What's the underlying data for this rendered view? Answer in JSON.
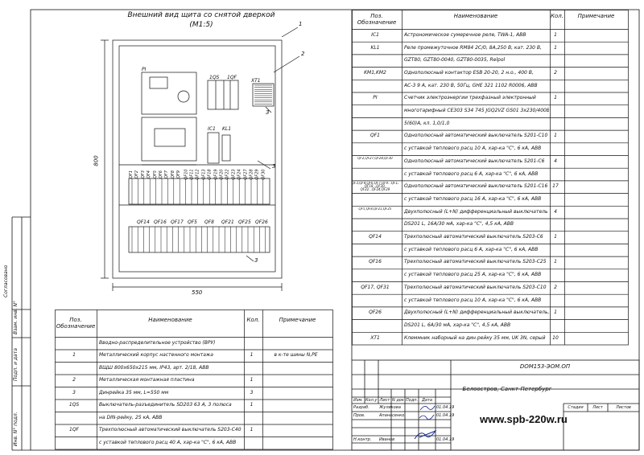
{
  "drawing": {
    "title_line1": "Внешний вид щита со снятой дверкой",
    "title_line2": "(М1:5)",
    "dim_width": "550",
    "dim_height": "800",
    "callouts": [
      "1",
      "2",
      "3",
      "3",
      "3"
    ],
    "labels": {
      "pi": "PI",
      "qs": "1QS",
      "qf": "1QF",
      "xt": "XT1",
      "ic": "IC1",
      "kl": "KL1",
      "row1": [
        "QF1",
        "QF2",
        "QF3",
        "QF4",
        "QF5",
        "QF6",
        "QF7",
        "QF8",
        "QF9",
        "QF10",
        "QF11",
        "QF12",
        "QF13",
        "QF18",
        "QF19",
        "QF20",
        "QF22",
        "QF23",
        "QF24",
        "QF27",
        "QF28",
        "QF29",
        "QF30"
      ],
      "row2": [
        "QF14",
        "QF16",
        "QF17",
        "QF5",
        "QF8",
        "QF21",
        "QF25",
        "QF26"
      ]
    }
  },
  "left_table": {
    "headers": [
      "Поз. Обозначение",
      "Наименование",
      "Кол.",
      "Примечание"
    ],
    "rows": [
      {
        "pos": "",
        "name": "Вводно-распределительное устройство (ВРУ)",
        "qty": "",
        "note": ""
      },
      {
        "pos": "1",
        "name": "Металлический корпус настенного монтажа",
        "qty": "1",
        "note": "в к-те шины N,PE"
      },
      {
        "pos": "",
        "name": "ВЩШ 800х650х215 мм, IP43, арт. 2/18, ABB",
        "qty": "",
        "note": ""
      },
      {
        "pos": "2",
        "name": "Металлическая монтажная пластина",
        "qty": "1",
        "note": ""
      },
      {
        "pos": "3",
        "name": "Динрейка 35 мм, L=550 мм",
        "qty": "3",
        "note": ""
      },
      {
        "pos": "1QS",
        "name": "Выключатель-разъединитель SD203 63 А, 3 полюса",
        "qty": "1",
        "note": ""
      },
      {
        "pos": "",
        "name": "на DIN-рейку, 25 кА, ABB",
        "qty": "",
        "note": ""
      },
      {
        "pos": "1QF",
        "name": "Трехполюсный автоматический выключатель S203-C40",
        "qty": "1",
        "note": ""
      },
      {
        "pos": "",
        "name": "с уставкой теплового расц 40 А, хар-ка \"С\", 6 кА, ABB",
        "qty": "",
        "note": ""
      }
    ]
  },
  "right_table": {
    "headers": [
      "Поз. Обозначение",
      "Наименование",
      "Кол.",
      "Примечание"
    ],
    "rows": [
      {
        "pos": "IC1",
        "name": "Астрономическое сумеречное реле, TWA-1, ABB",
        "qty": "1",
        "note": ""
      },
      {
        "pos": "KL1",
        "name": "Реле промежуточное RM84 2C/0, 8А,250 В, кат. 230 В,",
        "qty": "1",
        "note": ""
      },
      {
        "pos": "",
        "name": "GZT80, GZT80-0040, GZT80-0035, Relpol",
        "qty": "",
        "note": ""
      },
      {
        "pos": "KM1,KM2",
        "name": "Однополюсный контактор ESB 20-20, 2 н.о., 400 В,",
        "qty": "2",
        "note": ""
      },
      {
        "pos": "",
        "name": "AC-3 9 А, кат. 230 В, 50Гц, GHE 321 1102 R0006, ABB",
        "qty": "",
        "note": ""
      },
      {
        "pos": "PI",
        "name": "Счетчик электроэнергии трехфазный электронный",
        "qty": "1",
        "note": ""
      },
      {
        "pos": "",
        "name": "многотарифный CE303 S34 745 JGQ2VZ GS01 3х230/400В,",
        "qty": "",
        "note": ""
      },
      {
        "pos": "",
        "name": "5(60)А, кл. 1,0/1,0",
        "qty": "",
        "note": ""
      },
      {
        "pos": "QF1",
        "name": "Однополюсный автоматический выключатель S201-C10",
        "qty": "1",
        "note": ""
      },
      {
        "pos": "",
        "name": "с уставкой теплового расц 10 А, хар-ка \"С\", 6 кА, ABB",
        "qty": "",
        "note": ""
      },
      {
        "pos": "QF2,QF27,QF28,QF30",
        "name": "Однополюсный автоматический выключатель S201-C6",
        "qty": "4",
        "note": ""
      },
      {
        "pos": "",
        "name": "с уставкой теплового расц 6 А, хар-ка \"С\", 6 кА, ABB",
        "qty": "",
        "note": ""
      },
      {
        "pos": "QF3,QF4,QF6,QF7,QF9...QF13, QF18...QF20, QF22...QF24,QF29",
        "name": "Однополюсный автоматический выключатель S201-C16",
        "qty": "17",
        "note": ""
      },
      {
        "pos": "",
        "name": "с уставкой теплового расц 16 А, хар-ка \"С\", 6 кА, ABB",
        "qty": "",
        "note": ""
      },
      {
        "pos": "QF5,QF8,QF21,QF25",
        "name": "Двухполюсный (L+N) дифференциальный выключатель",
        "qty": "4",
        "note": ""
      },
      {
        "pos": "",
        "name": "DS201 L, 16А/30 мА, хар-ка \"С\", 4,5 кА, ABB",
        "qty": "",
        "note": ""
      },
      {
        "pos": "QF14",
        "name": "Трехполюсный автоматический выключатель S203-C6",
        "qty": "1",
        "note": ""
      },
      {
        "pos": "",
        "name": "с уставкой теплового расц 6 А, хар-ка \"С\", 6 кА, ABB",
        "qty": "",
        "note": ""
      },
      {
        "pos": "QF16",
        "name": "Трехполюсный автоматический выключатель S203-C25",
        "qty": "1",
        "note": ""
      },
      {
        "pos": "",
        "name": "с уставкой теплового расц 25 А, хар-ка \"С\", 6 кА, ABB",
        "qty": "",
        "note": ""
      },
      {
        "pos": "QF17, QF31",
        "name": "Трехполюсный автоматический выключатель S203-C10",
        "qty": "2",
        "note": ""
      },
      {
        "pos": "",
        "name": "с уставкой теплового расц 10 А, хар-ка \"С\", 6 кА, ABB",
        "qty": "",
        "note": ""
      },
      {
        "pos": "QF26",
        "name": "Двухполюсный (L+N) дифференциальный выключатель,",
        "qty": "1",
        "note": ""
      },
      {
        "pos": "",
        "name": "DS201 L, 6А/30 мА, хар-ка \"С\", 4,5 кА, ABB",
        "qty": "",
        "note": ""
      },
      {
        "pos": "XT1",
        "name": "Клеммник наборный на дин.рейку 35 мм, UK 3N, серый",
        "qty": "10",
        "note": ""
      }
    ]
  },
  "margin_labels": [
    "Согласовано",
    "Взам. инв. N°",
    "Подп. и дата",
    "Инв. N° подл."
  ],
  "title_block": {
    "code": "DOM153-ЭОМ.ОП",
    "address": "Белоостров, Санкт-Петербург",
    "col_headers": [
      "Изм.",
      "Кол.уч",
      "Лист",
      "N док.",
      "Подп.",
      "Дата"
    ],
    "people": [
      {
        "role": "Разраб.",
        "name": "Жуликова",
        "date": "01.04.19"
      },
      {
        "role": "Пров.",
        "name": "Апанасенко",
        "date": "01.04.19"
      },
      {
        "role": "Н.контр.",
        "name": "Иванов",
        "date": "01.04.19"
      }
    ],
    "stage_headers": [
      "Стадия",
      "Лист",
      "Листов"
    ],
    "watermark": "www.spb-220w.ru"
  },
  "colors": {
    "ink": "#111111",
    "watermark": "#000000",
    "signature": "#1a2a8a"
  }
}
